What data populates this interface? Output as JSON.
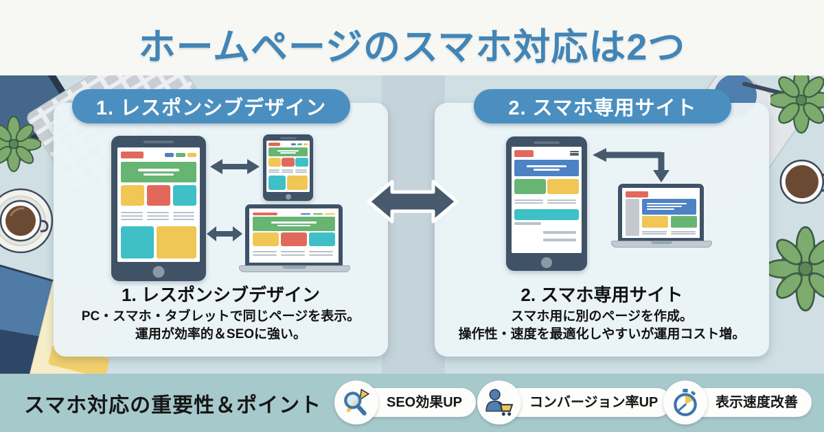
{
  "header": {
    "title": "ホームページのスマホ対応は2つ"
  },
  "panels": [
    {
      "id": "responsive",
      "header_label": "1. レスポンシブデザイン",
      "caption_title": "1. レスポンシブデザイン",
      "caption_line1": "PC・スマホ・タブレットで同じページを表示。",
      "caption_line2": "運用が効率的＆SEOに強い。",
      "devices": [
        "tablet",
        "smartphone",
        "laptop"
      ]
    },
    {
      "id": "dedicated",
      "header_label": "2. スマホ専用サイト",
      "caption_title": "2. スマホ専用サイト",
      "caption_line1": "スマホ用に別のページを作成。",
      "caption_line2": "操作性・速度を最適化しやすいが運用コスト増。",
      "devices": [
        "smartphone",
        "laptop"
      ]
    }
  ],
  "footer": {
    "title": "スマホ対応の重要性＆ポイント",
    "badges": [
      {
        "icon": "seo-trend-icon",
        "label": "SEO効果UP"
      },
      {
        "icon": "conversion-cart-icon",
        "label": "コンバージョン率UP"
      },
      {
        "icon": "stopwatch-icon",
        "label": "表示速度改善"
      }
    ]
  },
  "colors": {
    "title_blue": "#4285b6",
    "pill_blue": "#4b8fc0",
    "panel_bg": "#ebf3f7",
    "desk_bg": "#cfdfe4",
    "footer_bg": "#a6c9cc",
    "device_frame": "#3f5266",
    "arrow_dark": "#46596d",
    "accent_red": "#e2685c",
    "accent_green": "#67b573",
    "accent_yellow": "#f0c654",
    "accent_teal": "#3fc0c7",
    "accent_blue": "#4d82c4"
  }
}
